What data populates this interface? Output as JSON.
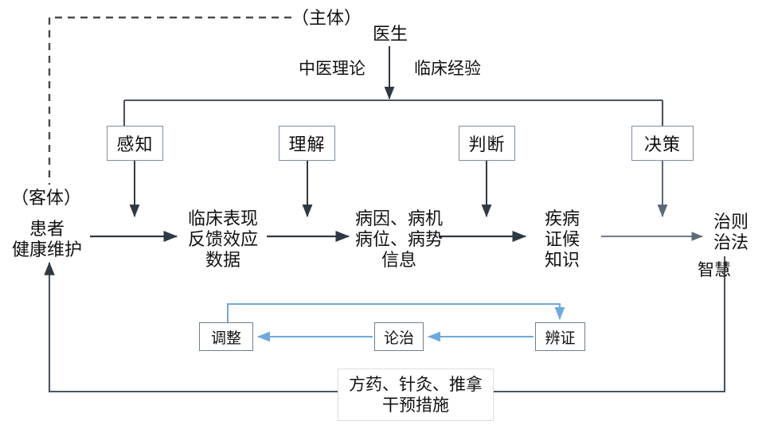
{
  "diagram": {
    "title_role_subject": "（主体）",
    "title_role_object": "（客体）",
    "actor": "医生",
    "actor_qualifiers": {
      "left": "中医理论",
      "right": "临床经验"
    },
    "cognition_steps": [
      {
        "label": "感知"
      },
      {
        "label": "理解"
      },
      {
        "label": "判断"
      },
      {
        "label": "决策"
      }
    ],
    "pipeline": [
      {
        "lines": [
          "患者",
          "健康维护"
        ]
      },
      {
        "lines": [
          "临床表现",
          "反馈效应",
          "数据"
        ]
      },
      {
        "lines": [
          "病因、病机",
          "病位、病势",
          "信息"
        ]
      },
      {
        "lines": [
          "疾病",
          "证候",
          "知识"
        ]
      },
      {
        "lines": [
          "治则",
          "治法"
        ]
      }
    ],
    "wisdom_label": "智慧",
    "loop_nodes": [
      {
        "label": "调整"
      },
      {
        "label": "论治"
      },
      {
        "label": "辨证"
      }
    ],
    "intervention": {
      "line1": "方药、针灸、推拿",
      "line2": "干预措施"
    },
    "colors": {
      "box_border": "#7b8ea3",
      "dark_line": "#3f4a55",
      "loop_blue": "#6fa8dc",
      "text": "#111111",
      "dashed_line": "#4a4a4a",
      "intervention_border": "#dcdcdc"
    }
  }
}
